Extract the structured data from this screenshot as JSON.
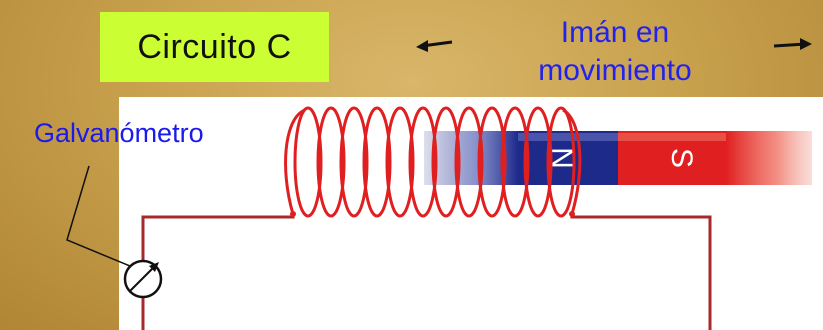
{
  "title": "Circuito C",
  "moving_magnet_label": [
    "Imán en",
    "movimiento"
  ],
  "galvanometer_label": "Galvanómetro",
  "magnet": {
    "north_label": "N",
    "south_label": "S"
  },
  "colors": {
    "title_box": "#ccff33",
    "label_text": "#2222ee",
    "wire": "#a52a2a",
    "coil": "#e02020",
    "magnet_north": "#1e2a8a",
    "magnet_south": "#e02020"
  },
  "icons": [
    "arrow-left-icon",
    "arrow-right-icon",
    "galvanometer-icon"
  ]
}
